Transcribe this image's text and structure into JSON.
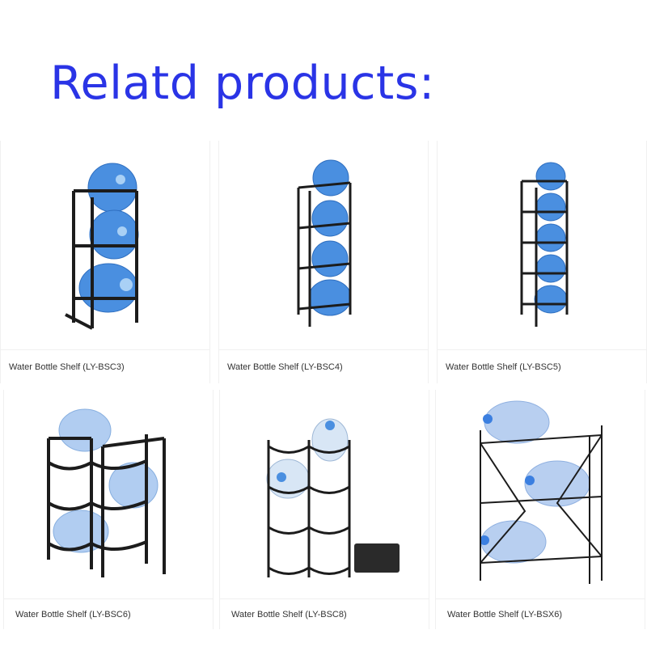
{
  "heading": "Relatd products:",
  "products": [
    {
      "label": "Water Bottle Shelf (LY-BSC3)",
      "icon": "three-tier-bottle-rack"
    },
    {
      "label": "Water Bottle Shelf (LY-BSC4)",
      "icon": "four-tier-bottle-rack"
    },
    {
      "label": "Water Bottle Shelf (LY-BSC5)",
      "icon": "five-tier-bottle-rack"
    },
    {
      "label": "Water Bottle Shelf (LY-BSC6)",
      "icon": "six-bottle-double-rack"
    },
    {
      "label": "Water Bottle Shelf (LY-BSC8)",
      "icon": "eight-bottle-rack"
    },
    {
      "label": "Water Bottle Shelf (LY-BSX6)",
      "icon": "wire-bottle-rack"
    }
  ],
  "colors": {
    "heading": "#2a34e6",
    "bottle": "#4a8fe0",
    "bottle_light": "#a9c8f0",
    "rack": "#1c1c1c"
  }
}
